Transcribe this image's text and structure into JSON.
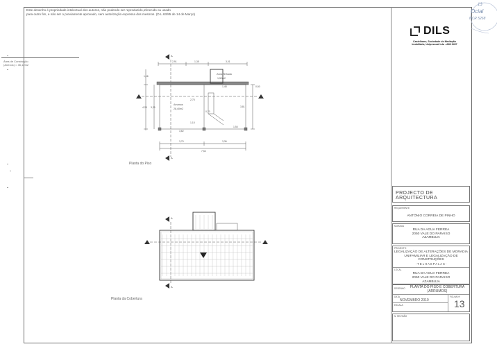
{
  "notice": {
    "line1": "Este desenho é propriedade intelectual dos autores, não podendo ser reproduzido,oferecido ou usado",
    "line2": "para outro fim, e não ser o previamente aprovado, sem autorização expressa dos mesmos. (D.L.63/85 de 14 de Março)"
  },
  "logo": {
    "name": "DILS",
    "tagline1": "Castelhano, Sociedade de Mediação",
    "tagline2": "Imobiliária, Unipessoal Lda - AMI 3497"
  },
  "area": {
    "label1": "Área de Construção",
    "label2": "(Anexos) = 35,12m2"
  },
  "project_type": "PROJECTO DE ARQUITECTURA",
  "owner": {
    "label": "REQUERENTE",
    "value": "ANTÓNIO CORREIA DE PINHO"
  },
  "address": {
    "label": "MORADA",
    "line1": "RUA DA AGUA FERREA",
    "line2": "2050 VALE DO PARAISO",
    "line3": "AZAMBUJA"
  },
  "work": {
    "label": "PROJECTO",
    "line1": "LEGALIZAÇÃO DE ALTERAÇÕES DE MORADIA",
    "line2": "UNIFAMILIAR E LEGALIZAÇÃO DE CONSTRUÇÕES",
    "line3": "- T E L H A S   P A L A S -"
  },
  "location": {
    "label": "LOCAL",
    "line1": "RUA DA AGUA FERREA",
    "line2": "2050 VALE DO PARAISO",
    "line3": "AZAMBUJA"
  },
  "drawing": {
    "label": "DESENHO",
    "title1": "PLANTA DO PISO E COBERTURA",
    "title2": "(ARRUMOS)"
  },
  "date_label": "DATA",
  "scale_label": "ESCALA",
  "date_value": "NOVEMBRO 2010",
  "sheet_label": "FOLHA Nº",
  "sheet_number": "13",
  "notes_label": "N. REVISÃO",
  "stamp": {
    "num": "13",
    "text1": "Ocial",
    "text2": "NCR 5268"
  },
  "plans": {
    "floor_title": "Planta do Piso",
    "roof_title": "Planta da Cobertura",
    "room1_name": "Zona Telhada",
    "room1_area": "1,52m2",
    "room2_name": "Arrumos",
    "room2_area": "28,40m2",
    "marker": "A",
    "dims_top": [
      "2,91",
      "1,35",
      "3,01"
    ],
    "dims_bottom": [
      "3,70",
      "3,36"
    ],
    "dim_total": "7,54",
    "dims_left": [
      "1,16",
      "4,28",
      "3,25"
    ],
    "dims_right": [
      "0,50",
      "3,81"
    ],
    "dims_inner": [
      "1,48",
      "2,75",
      "0,70",
      "1,15",
      "1,54",
      "3,62"
    ]
  }
}
